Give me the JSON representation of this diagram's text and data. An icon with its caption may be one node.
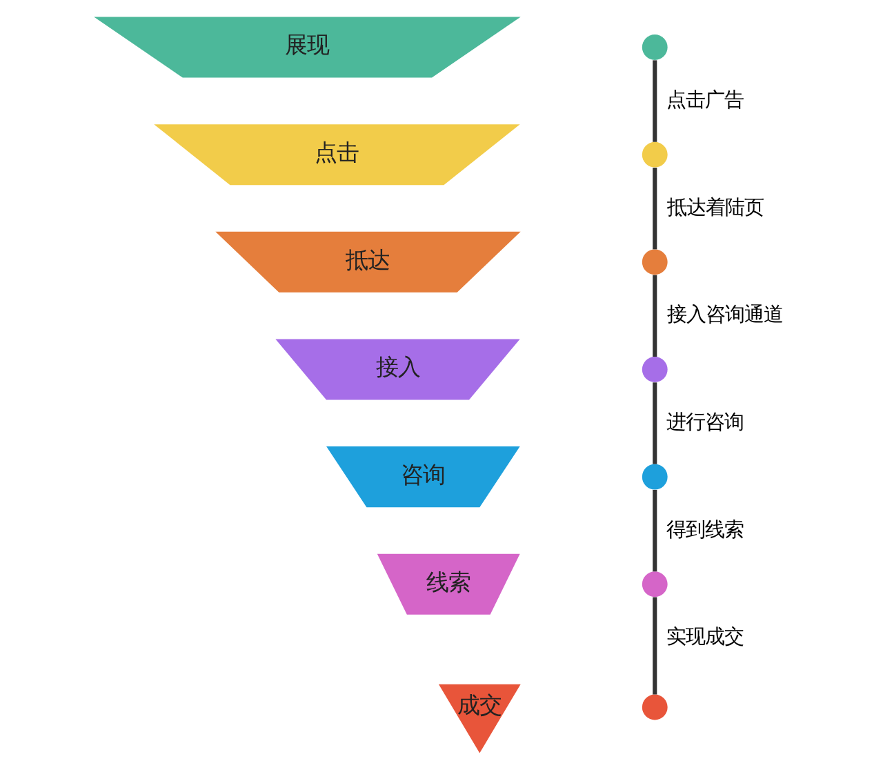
{
  "diagram": {
    "nodes": [
      {
        "text": [
          "展现"
        ]
      },
      {
        "text": [
          "点击"
        ]
      },
      {
        "text": [
          "抵达"
        ]
      },
      {
        "text": [
          "接入"
        ]
      },
      {
        "text": [
          "咨询"
        ]
      },
      {
        "text": [
          "线索"
        ]
      },
      {
        "text": [
          "成交"
        ]
      },
      {
        "text": [],
        "shape": "circle"
      },
      {
        "text": [],
        "shape": "circle"
      },
      {
        "text": [],
        "shape": "circle"
      },
      {
        "text": [],
        "shape": "circle"
      },
      {
        "text": [],
        "shape": "circle"
      },
      {
        "text": [],
        "shape": "circle"
      },
      {
        "text": [],
        "shape": "circle"
      }
    ],
    "edges": [
      {
        "from": 7,
        "to": 8,
        "arrow": "none",
        "label": "点击广告"
      },
      {
        "from": 8,
        "to": 9,
        "arrow": "none",
        "label": "抵达着陆页"
      },
      {
        "from": 9,
        "to": 10,
        "arrow": "none",
        "label": "接入咨询通道"
      },
      {
        "from": 10,
        "to": 11,
        "arrow": "none",
        "label": "进行咨询"
      },
      {
        "from": 11,
        "to": 12,
        "arrow": "none",
        "label": "得到线索"
      },
      {
        "from": 12,
        "to": 13,
        "arrow": "none",
        "label": "实现成交"
      }
    ]
  }
}
